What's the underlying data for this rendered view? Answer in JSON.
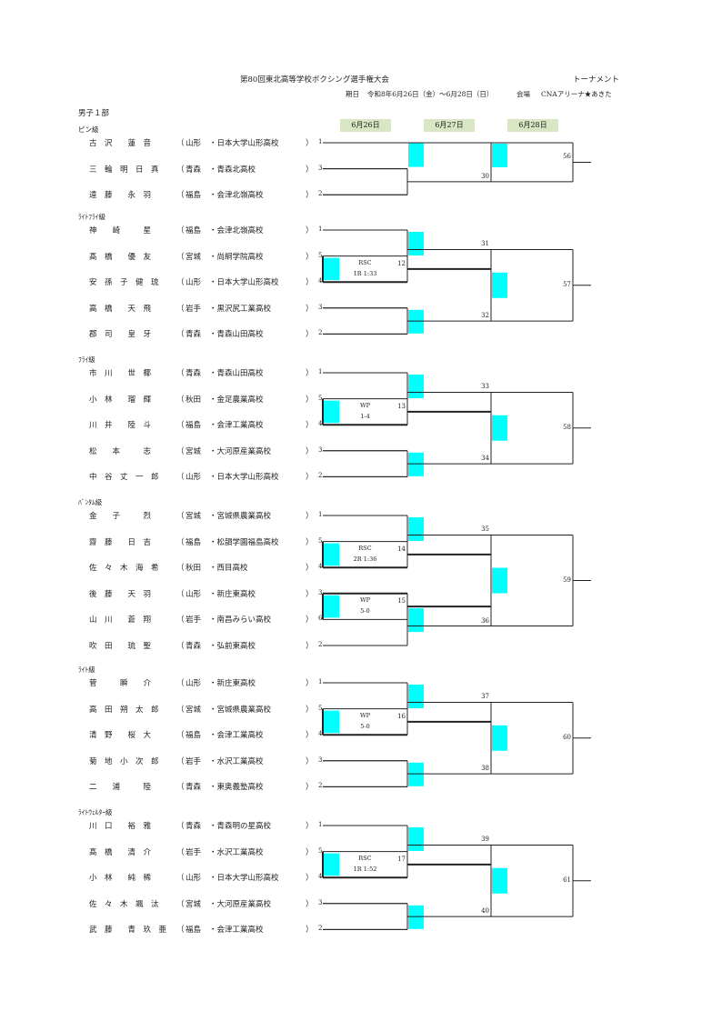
{
  "header": {
    "title": "第80回東北高等学校ボクシング選手権大会",
    "type": "トーナメント",
    "period_label": "期日",
    "period": "令和8年6月26日（金）～6月28日（日）",
    "venue_label": "会場",
    "venue": "CNAアリーナ★あきた",
    "division": "男子１部"
  },
  "days": [
    "6月26日",
    "6月27日",
    "6月28日"
  ],
  "colors": {
    "highlight": "#00ffff",
    "day_bg": "#d8e6c4"
  },
  "classes": [
    {
      "name": "ピン級",
      "final": "56",
      "entries": [
        {
          "name": "古　沢　　蓮　音",
          "pref": "山形",
          "school": "・日本大学山形高校",
          "seed": "1"
        },
        {
          "name": "三　輪　明　日　真",
          "pref": "青森",
          "school": "・青森北高校",
          "seed": "3"
        },
        {
          "name": "遠　藤　　永　羽",
          "pref": "福島",
          "school": "・会津北嶺高校",
          "seed": "2"
        }
      ],
      "semis": [
        "30"
      ],
      "results": []
    },
    {
      "name": "ﾗｲﾄﾌﾗｲ級",
      "final": "57",
      "entries": [
        {
          "name": "神　　崎　　　星",
          "pref": "福島",
          "school": "・会津北嶺高校",
          "seed": "1"
        },
        {
          "name": "髙　橋　　優　友",
          "pref": "宮城",
          "school": "・尚絅学院高校",
          "seed": "5"
        },
        {
          "name": "安　孫　子　健　琉",
          "pref": "山形",
          "school": "・日本大学山形高校",
          "seed": "4"
        },
        {
          "name": "高　橋　　天　飛",
          "pref": "岩手",
          "school": "・黒沢尻工業高校",
          "seed": "3"
        },
        {
          "name": "郡　司　　皇　牙",
          "pref": "青森",
          "school": "・青森山田高校",
          "seed": "2"
        }
      ],
      "semis": [
        "31",
        "32"
      ],
      "results": [
        {
          "match": "12",
          "method": "RSC",
          "detail": "1R 1:33"
        }
      ]
    },
    {
      "name": "ﾌﾗｲ級",
      "final": "58",
      "entries": [
        {
          "name": "市　川　　世　椰",
          "pref": "青森",
          "school": "・青森山田高校",
          "seed": "1"
        },
        {
          "name": "小　林　　瑠　輝",
          "pref": "秋田",
          "school": "・金足農業高校",
          "seed": "5"
        },
        {
          "name": "川　井　　陸　斗",
          "pref": "福島",
          "school": "・会津工業高校",
          "seed": "4"
        },
        {
          "name": "松　　本　　　志",
          "pref": "宮城",
          "school": "・大河原産業高校",
          "seed": "3"
        },
        {
          "name": "中　谷　丈　一　郎",
          "pref": "山形",
          "school": "・日本大学山形高校",
          "seed": "2"
        }
      ],
      "semis": [
        "33",
        "34"
      ],
      "results": [
        {
          "match": "13",
          "method": "WP",
          "detail": "1-4"
        }
      ]
    },
    {
      "name": "ﾊﾞﾝﾀﾑ級",
      "final": "59",
      "entries": [
        {
          "name": "金　　子　　　烈",
          "pref": "宮城",
          "school": "・宮城県農業高校",
          "seed": "1"
        },
        {
          "name": "齋　藤　　日　吉",
          "pref": "福島",
          "school": "・松韻学園福島高校",
          "seed": "5"
        },
        {
          "name": "佐　々　木　海　希",
          "pref": "秋田",
          "school": "・西目高校",
          "seed": "4"
        },
        {
          "name": "後　藤　　天　羽",
          "pref": "山形",
          "school": "・新庄東高校",
          "seed": "3"
        },
        {
          "name": "山　川　　蒼　翔",
          "pref": "岩手",
          "school": "・南昌みらい高校",
          "seed": "6"
        },
        {
          "name": "吹　田　　琉　聖",
          "pref": "青森",
          "school": "・弘前東高校",
          "seed": "2"
        }
      ],
      "semis": [
        "35",
        "36"
      ],
      "results": [
        {
          "match": "14",
          "method": "RSC",
          "detail": "2R 1:36"
        },
        {
          "match": "15",
          "method": "WP",
          "detail": "5-0"
        }
      ]
    },
    {
      "name": "ﾗｲﾄ級",
      "final": "60",
      "entries": [
        {
          "name": "菅　　　瞬　　介",
          "pref": "山形",
          "school": "・新庄東高校",
          "seed": "1"
        },
        {
          "name": "高　田　朔　太　郎",
          "pref": "宮城",
          "school": "・宮城県農業高校",
          "seed": "5"
        },
        {
          "name": "清　野　　桜　大",
          "pref": "福島",
          "school": "・会津工業高校",
          "seed": "4"
        },
        {
          "name": "菊　地　小　次　郎",
          "pref": "岩手",
          "school": "・水沢工業高校",
          "seed": "3"
        },
        {
          "name": "二　　浦　　　陸",
          "pref": "青森",
          "school": "・東奥義塾高校",
          "seed": "2"
        }
      ],
      "semis": [
        "37",
        "38"
      ],
      "results": [
        {
          "match": "16",
          "method": "WP",
          "detail": "5-0"
        }
      ]
    },
    {
      "name": "ﾗｲﾄｳｪﾙﾀｰ級",
      "final": "61",
      "entries": [
        {
          "name": "川　口　　裕　雅",
          "pref": "青森",
          "school": "・青森明の星高校",
          "seed": "1"
        },
        {
          "name": "髙　橋　　清　介",
          "pref": "岩手",
          "school": "・水沢工業高校",
          "seed": "5"
        },
        {
          "name": "小　林　　純　稀",
          "pref": "山形",
          "school": "・日本大学山形高校",
          "seed": "4"
        },
        {
          "name": "佐　々　木　颯　汰",
          "pref": "宮城",
          "school": "・大河原産業高校",
          "seed": "3"
        },
        {
          "name": "武　藤　　青　玖　亜",
          "pref": "福島",
          "school": "・会津工業高校",
          "seed": "2"
        }
      ],
      "semis": [
        "39",
        "40"
      ],
      "results": [
        {
          "match": "17",
          "method": "RSC",
          "detail": "1R 1:52"
        }
      ]
    }
  ]
}
